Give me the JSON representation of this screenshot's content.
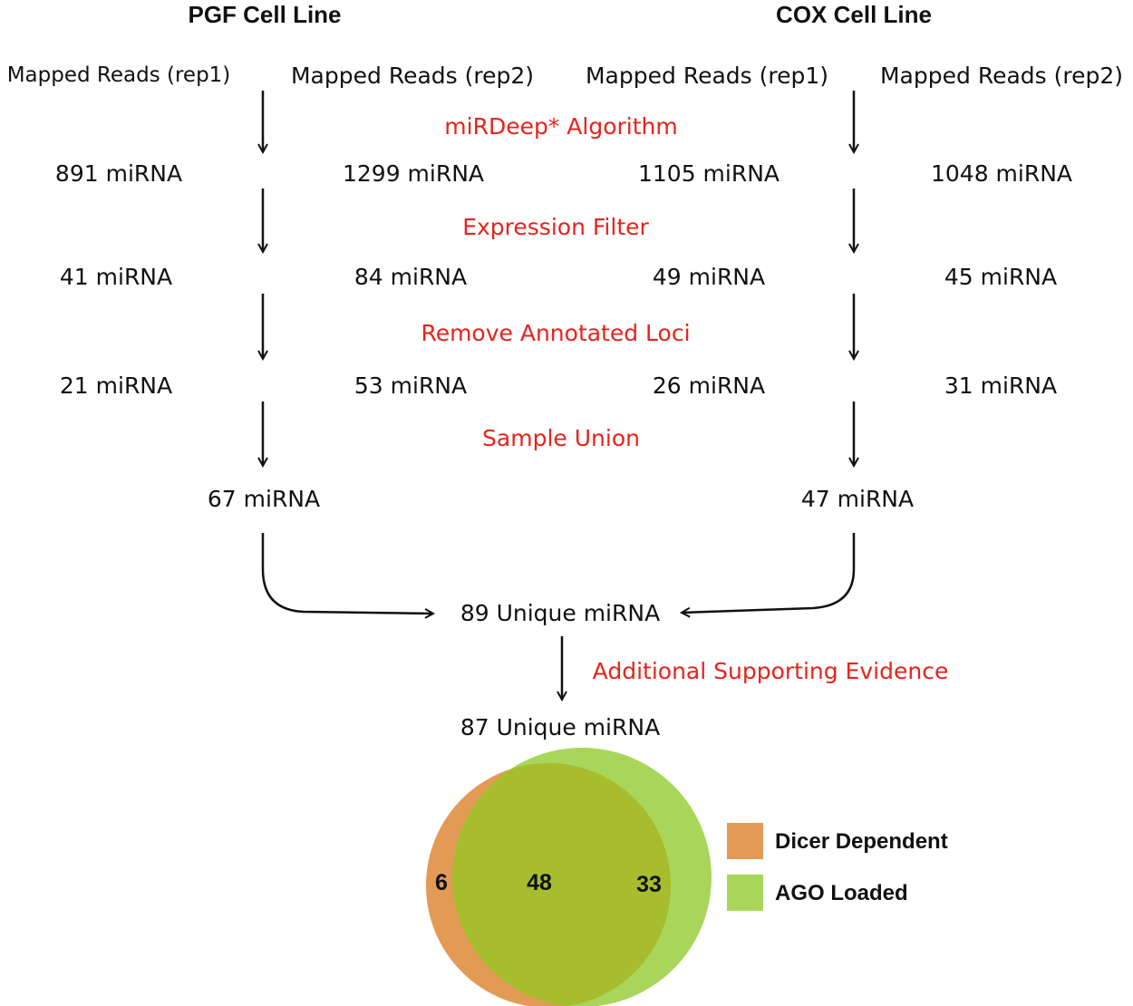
{
  "headers": {
    "pgf": "PGF Cell Line",
    "cox": "COX Cell Line"
  },
  "inputs": {
    "pgf_rep1": "Mapped Reads (rep1)",
    "pgf_rep2": "Mapped Reads (rep2)",
    "cox_rep1": "Mapped Reads (rep1)",
    "cox_rep2": "Mapped Reads (rep2)"
  },
  "steps": {
    "algorithm": "miRDeep* Algorithm",
    "expression": "Expression Filter",
    "remove": "Remove Annotated Loci",
    "union": "Sample Union",
    "evidence": "Additional Supporting Evidence"
  },
  "counts": {
    "row1": [
      "891 miRNA",
      "1299 miRNA",
      "1105 miRNA",
      "1048 miRNA"
    ],
    "row2": [
      "41 miRNA",
      "84 miRNA",
      "49 miRNA",
      "45 miRNA"
    ],
    "row3": [
      "21 miRNA",
      "53 miRNA",
      "26 miRNA",
      "31 miRNA"
    ],
    "pgf_union": "67 miRNA",
    "cox_union": "47 miRNA",
    "unique_89": "89 Unique miRNA",
    "unique_87": "87 Unique miRNA"
  },
  "venn": {
    "left_only": "6",
    "overlap": "48",
    "right_only": "33"
  },
  "legend": [
    {
      "label": "Dicer Dependent",
      "color": "#e39a55"
    },
    {
      "label": "AGO Loaded",
      "color": "#a8d65a"
    }
  ]
}
